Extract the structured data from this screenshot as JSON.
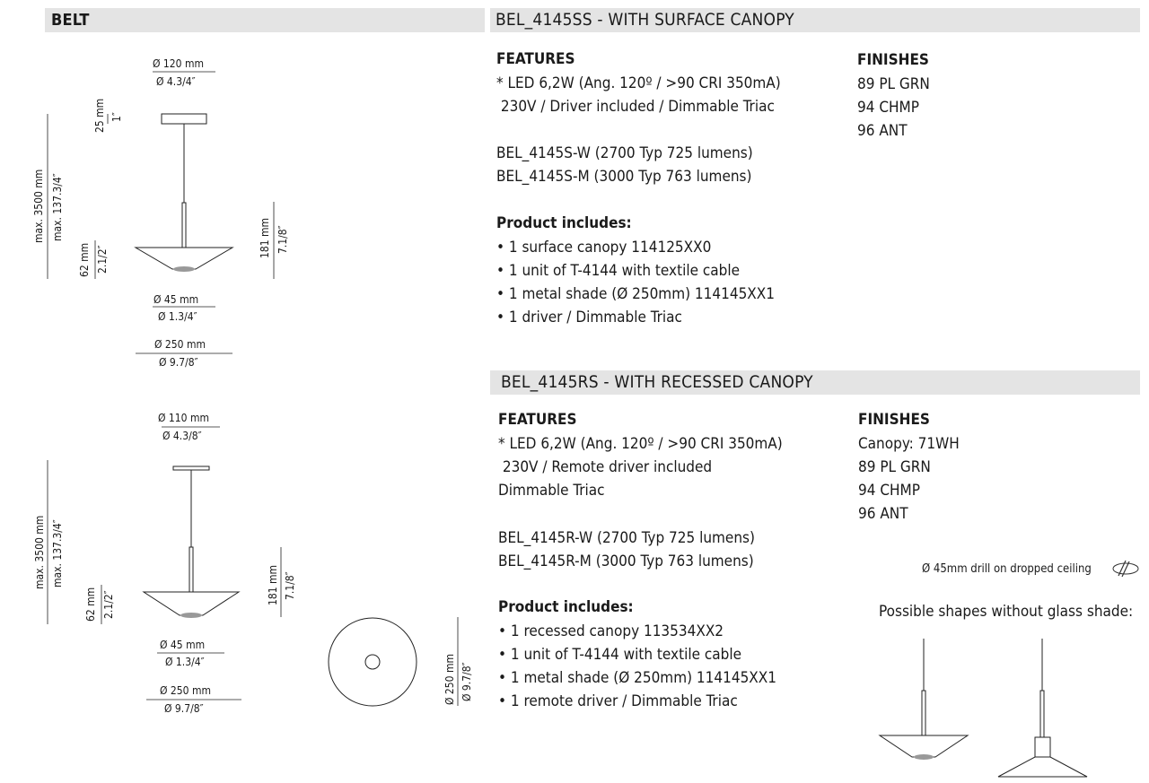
{
  "header": {
    "family": "BELT",
    "surface_title": "BEL_4145SS - WITH SURFACE CANOPY",
    "recessed_title": "BEL_4145RS - WITH RECESSED CANOPY"
  },
  "surface": {
    "features_heading": "FEATURES",
    "features": [
      "* LED 6,2W (Ang. 120º / >90 CRI 350mA)",
      " 230V / Driver included / Dimmable Triac"
    ],
    "versions": [
      "BEL_4145S-W (2700 Typ 725 lumens)",
      "BEL_4145S-M (3000 Typ 763 lumens)"
    ],
    "includes_heading": "Product includes:",
    "includes": [
      "• 1 surface canopy 114125XX0",
      "• 1 unit of T-4144 with textile cable",
      "• 1 metal shade (Ø 250mm) 114145XX1",
      "• 1 driver / Dimmable Triac"
    ],
    "finishes_heading": "FINISHES",
    "finishes": [
      "89 PL GRN",
      "94 CHMP",
      "96 ANT"
    ]
  },
  "recessed": {
    "features_heading": "FEATURES",
    "features": [
      "* LED 6,2W (Ang. 120º / >90 CRI 350mA)",
      " 230V / Remote driver included",
      "Dimmable Triac"
    ],
    "versions": [
      "BEL_4145R-W (2700 Typ 725 lumens)",
      "BEL_4145R-M (3000 Typ 763 lumens)"
    ],
    "includes_heading": "Product includes:",
    "includes": [
      "• 1 recessed canopy 113534XX2",
      "• 1 unit of T-4144 with textile cable",
      "• 1 metal shade (Ø 250mm) 114145XX1",
      "• 1 remote driver / Dimmable Triac"
    ],
    "finishes_heading": "FINISHES",
    "finishes": [
      "Canopy: 71WH",
      "89 PL GRN",
      "94 CHMP",
      "96 ANT"
    ],
    "drill_note": "Ø 45mm drill on dropped ceiling",
    "shapes_note": "Possible shapes without glass shade:"
  },
  "dims_surface": {
    "canopy_mm": "Ø 120 mm",
    "canopy_in": "Ø 4.3/4″",
    "canopy_h_mm": "25 mm",
    "canopy_h_in": "1″",
    "max_mm": "max. 3500 mm",
    "max_in": "max. 137.3/4″",
    "shade_h_mm": "62 mm",
    "shade_h_in": "2.1/2″",
    "body_mm": "181 mm",
    "body_in": "7.1/8″",
    "hole_mm": "Ø 45 mm",
    "hole_in": "Ø 1.3/4″",
    "shade_mm": "Ø 250 mm",
    "shade_in": "Ø 9.7/8″"
  },
  "dims_recessed": {
    "canopy_mm": "Ø 110 mm",
    "canopy_in": "Ø 4.3/8″",
    "max_mm": "max. 3500 mm",
    "max_in": "max. 137.3/4″",
    "shade_h_mm": "62 mm",
    "shade_h_in": "2.1/2″",
    "body_mm": "181 mm",
    "body_in": "7.1/8″",
    "hole_mm": "Ø 45 mm",
    "hole_in": "Ø 1.3/4″",
    "shade_mm": "Ø 250 mm",
    "shade_in": "Ø 9.7/8″",
    "top_mm": "Ø 250 mm",
    "top_in": "Ø 9.7/8″"
  }
}
